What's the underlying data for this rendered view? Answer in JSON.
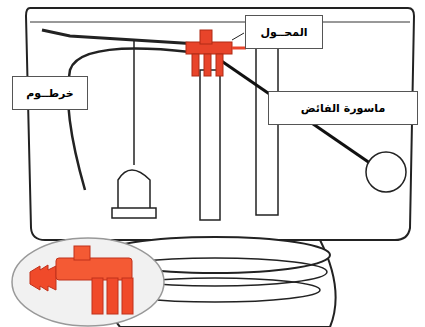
{
  "diagram": {
    "nodes": [
      {
        "text": [
          "المحــول"
        ]
      },
      {
        "text": [
          "خرطــوم"
        ]
      },
      {
        "text": [
          "ماسورة الفائض"
        ]
      }
    ]
  }
}
